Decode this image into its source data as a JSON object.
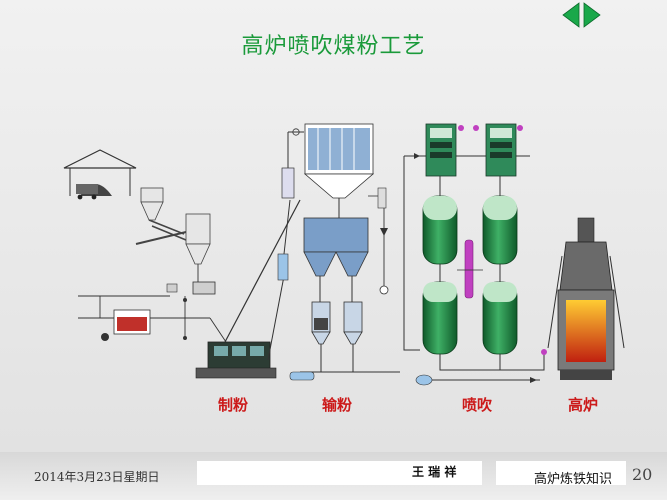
{
  "slide": {
    "title": "高炉喷吹煤粉工艺",
    "stages": [
      "制粉",
      "输粉",
      "喷吹",
      "高炉"
    ],
    "nav": {
      "prev_icon": "triangle-left-icon",
      "next_icon": "triangle-right-icon"
    }
  },
  "footer": {
    "date": "2014年3月23日星期日",
    "author": "王 瑞 祥",
    "topic": "高炉炼铁知识",
    "page": "20"
  },
  "colors": {
    "background": "#eaeaea",
    "title": "#1a9a3a",
    "stage_label": "#cc1a1a",
    "tank_green": "#1e8a44",
    "bin_blue": "#6a8fb8",
    "panel_green": "#2f8a5a",
    "pipe": "#333333",
    "accent_magenta": "#c040c0",
    "fire": "#e05010"
  }
}
